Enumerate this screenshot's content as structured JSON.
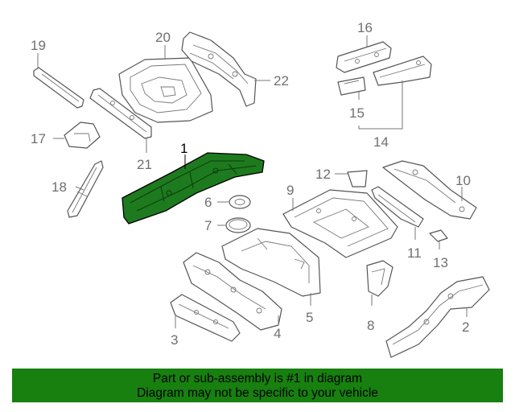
{
  "colors": {
    "highlight": "#1e7a1e",
    "banner": "#17800f",
    "callout_text": "#6f6f6f"
  },
  "callouts": {
    "c1": "1",
    "c2": "2",
    "c3": "3",
    "c4": "4",
    "c5": "5",
    "c6": "6",
    "c7": "7",
    "c8": "8",
    "c9": "9",
    "c10": "10",
    "c11": "11",
    "c12": "12",
    "c13": "13",
    "c14": "14",
    "c15": "15",
    "c16": "16",
    "c17": "17",
    "c18": "18",
    "c19": "19",
    "c20": "20",
    "c21": "21",
    "c22": "22"
  },
  "banner": {
    "line1": "Part or sub-assembly is #1 in diagram",
    "line2": "Diagram may not be specific to your vehicle"
  }
}
